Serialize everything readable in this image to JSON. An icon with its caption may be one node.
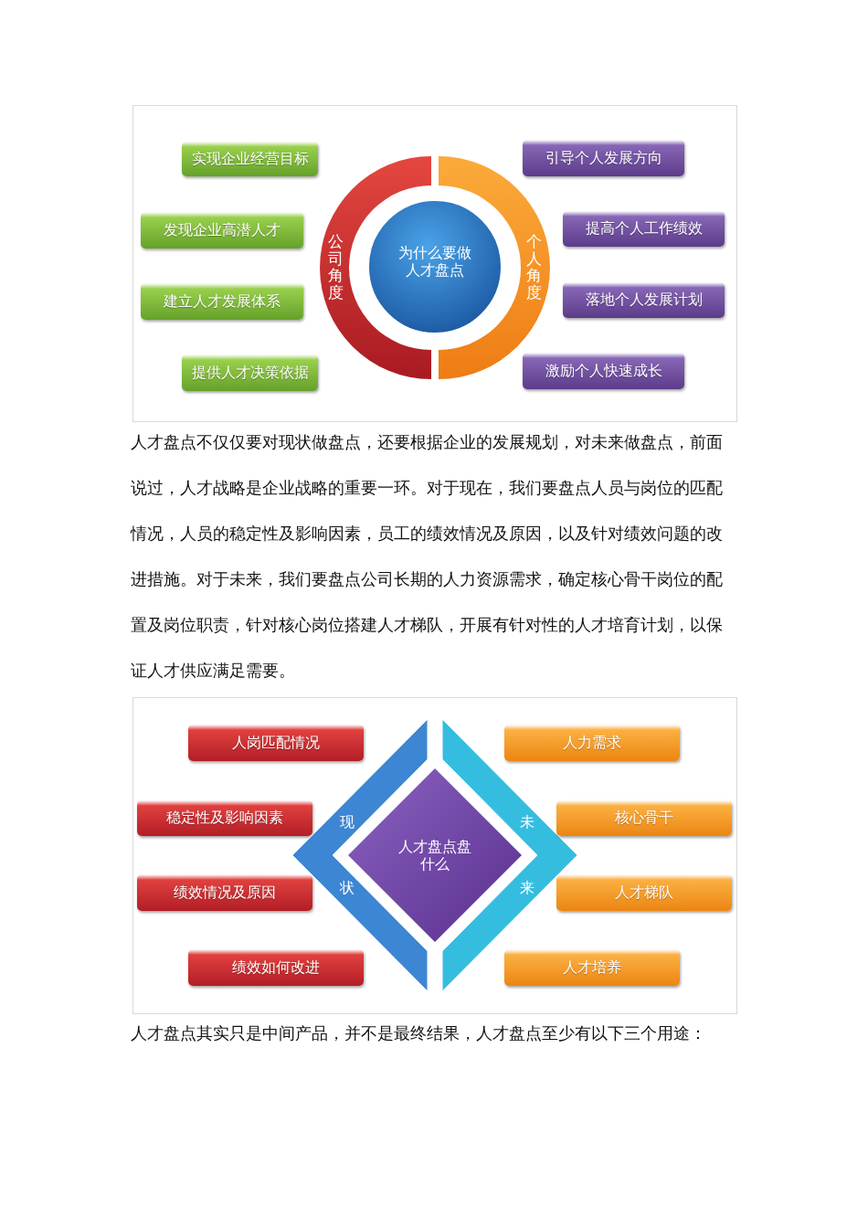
{
  "diagram": {
    "nodes": [
      {
        "text": [
          "实现企业经营目标"
        ]
      },
      {
        "text": [
          "引导个人发展方向"
        ]
      },
      {
        "text": [
          "发现企业高潜人才"
        ]
      },
      {
        "text": [
          "公司角度"
        ]
      },
      {
        "text": [
          "为什么要做人才盘点"
        ]
      },
      {
        "text": [
          "个人角度"
        ]
      },
      {
        "text": [
          "提高个人工作绩效"
        ]
      },
      {
        "text": [
          "建立人才发展体系"
        ]
      },
      {
        "text": [
          "落地个人发展计划"
        ]
      },
      {
        "text": [
          "提供人才决策依据"
        ]
      },
      {
        "text": [
          "激励个人快速成长"
        ]
      },
      {
        "text": [
          "人岗匹配情况"
        ]
      },
      {
        "text": [
          "人力需求"
        ]
      },
      {
        "text": [
          "稳定性及影响因素"
        ]
      },
      {
        "text": [
          "现",
          "状"
        ]
      },
      {
        "text": [
          "人才盘点盘什么"
        ]
      },
      {
        "text": [
          "未",
          "来"
        ]
      },
      {
        "text": [
          "核心骨干"
        ]
      },
      {
        "text": [
          "绩效情况及原因"
        ]
      },
      {
        "text": [
          "人才梯队"
        ]
      },
      {
        "text": [
          "绩效如何改进"
        ]
      },
      {
        "text": [
          "人才培养"
        ]
      }
    ],
    "edges": [],
    "labels": [
      "人才盘点不仅仅要对现状做盘点，还要根据企业的发展规划，对未来做盘点，前面说过，人才战略是企业战略的重要一环。对于现在，我们要盘点人员与岗位的匹配情况，人员的稳定性及影响因素，员工的绩效情况及原因，以及针对绩效问题的改进措施。对于未来，我们要盘点公司长期的人力资源需求，确定核心骨干岗位的配置及岗位职责，针对核心岗位搭建人才梯队，开展有针对性的人才培育计划，以保证人才供应满足需要。",
      "人才盘点其实只是中间产品，并不是最终结果，人才盘点至少有以下三个用途："
    ]
  }
}
